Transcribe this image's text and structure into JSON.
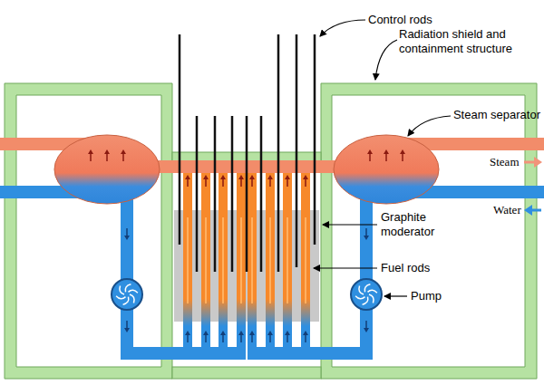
{
  "diagram": {
    "labels": [
      "Control rods",
      "Radiation shield and containment structure",
      "Steam separator",
      "Steam",
      "Water",
      "Graphite moderator",
      "Fuel rods",
      "Pump"
    ]
  }
}
